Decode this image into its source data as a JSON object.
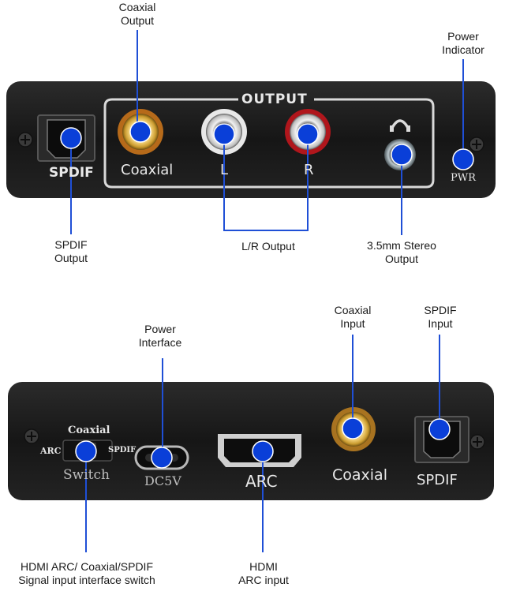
{
  "top_panel": {
    "output_label": "OUTPUT",
    "ports": {
      "spdif_label": "SPDIF",
      "coaxial_label": "Coaxial",
      "left_label": "L",
      "right_label": "R",
      "pwr_label": "PWR"
    },
    "callouts": {
      "coaxial_output": "Coaxial\nOutput",
      "power_indicator": "Power\nIndicator",
      "spdif_output": "SPDIF\nOutput",
      "lr_output": "L/R Output",
      "stereo_output": "3.5mm Stereo\nOutput"
    }
  },
  "bottom_panel": {
    "ports": {
      "switch_top_label": "Coaxial",
      "switch_left_label": "ARC",
      "switch_right_label": "SPDIF",
      "switch_label": "Switch",
      "dc_label": "DC5V",
      "arc_label": "ARC",
      "coaxial_label": "Coaxial",
      "spdif_label": "SPDIF"
    },
    "callouts": {
      "power_interface": "Power\nInterface",
      "coaxial_input": "Coaxial\nInput",
      "spdif_input": "SPDIF\nInput",
      "switch_desc": "HDMI ARC/ Coaxial/SPDIF\nSignal input interface switch",
      "hdmi_arc_input": "HDMI\nARC input"
    }
  },
  "colors": {
    "indicator_dot": "#0a3fd8",
    "panel_body": "#1c1c1c",
    "gold": "#c99a2e",
    "red_jack": "#b0161c",
    "callout_line": "#1f4fd6"
  }
}
